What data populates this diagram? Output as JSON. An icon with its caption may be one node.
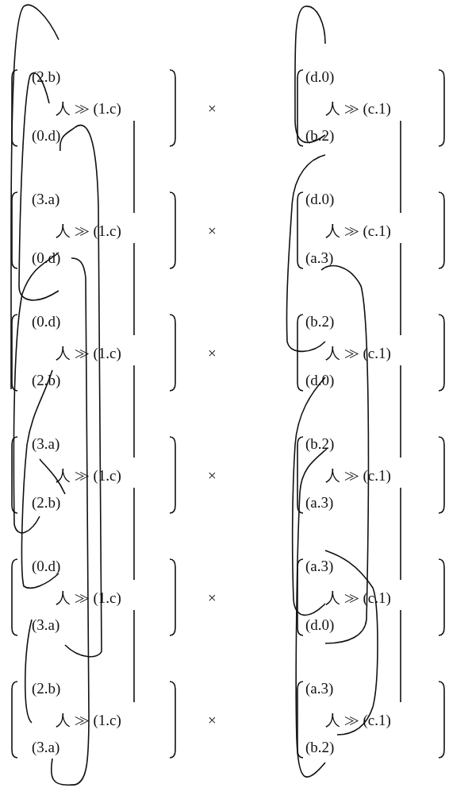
{
  "diagram": {
    "labels": [
      "(2.b)",
      "(d.0)",
      "人 ≫ (1.c)",
      "×",
      "人 ≫ (c.1)",
      "(0.d)",
      "(b.2)",
      "(3.a)",
      "(d.0)",
      "人 ≫ (1.c)",
      "×",
      "人 ≫ (c.1)",
      "(0.d)",
      "(a.3)",
      "(0.d)",
      "(b.2)",
      "人 ≫ (1.c)",
      "×",
      "人 ≫ (c.1)",
      "(2.b)",
      "(d.0)",
      "(3.a)",
      "(b.2)",
      "人 ≫ (1.c)",
      "×",
      "人 ≫ (c.1)",
      "(2.b)",
      "(a.3)",
      "(0.d)",
      "(a.3)",
      "人 ≫ (1.c)",
      "×",
      "人 ≫ (c.1)",
      "(3.a)",
      "(d.0)",
      "(2.b)",
      "(a.3)",
      "人 ≫ (1.c)",
      "×",
      "人 ≫ (c.1)",
      "(3.a)",
      "(b.2)"
    ]
  }
}
